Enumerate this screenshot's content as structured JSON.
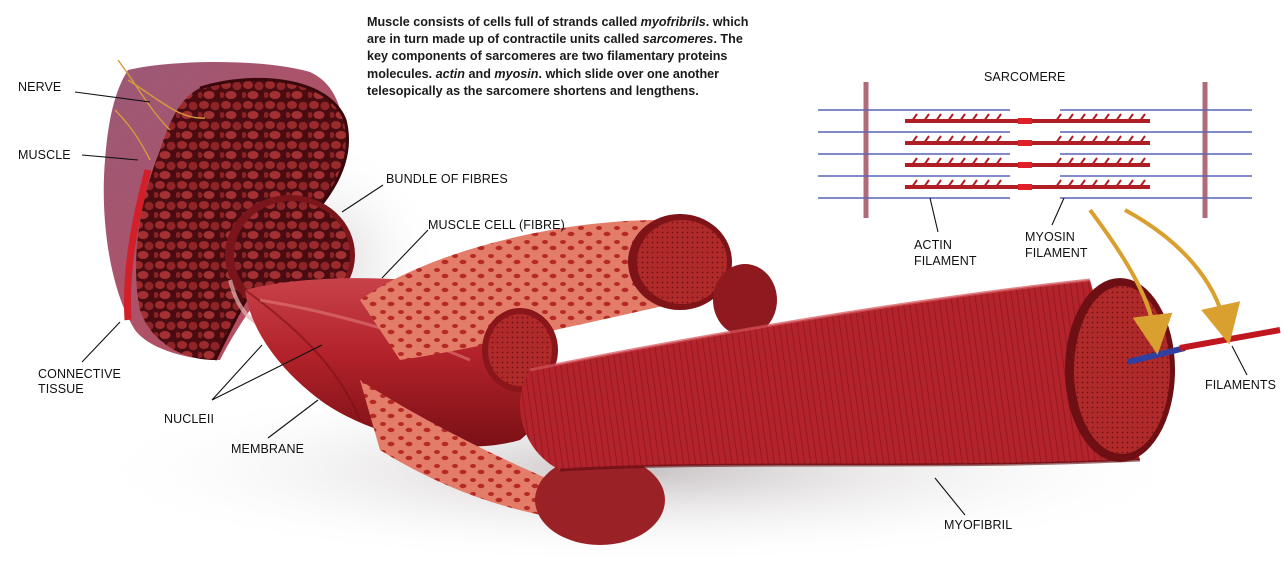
{
  "caption": {
    "line1_a": "Muscle consists of cells full of strands called ",
    "line1_em": "myofribrils",
    "line1_b": ". which",
    "line2_a": "are in turn made up of contractile units called ",
    "line2_em": "sarcomeres",
    "line2_b": ". The",
    "line3": "key components of sarcomeres are two filamentary proteins",
    "line4_a": "molecules. ",
    "line4_em1": "actin",
    "line4_mid": " and ",
    "line4_em2": "myosin",
    "line4_b": ". which slide over one another",
    "line5": "telesopically as the sarcomere shortens and lengthens."
  },
  "labels": {
    "nerve": "NERVE",
    "muscle": "MUSCLE",
    "bundle": "BUNDLE OF FIBRES",
    "muscle_cell": "MUSCLE CELL (FIBRE)",
    "connective_1": "CONNECTIVE",
    "connective_2": "TISSUE",
    "nuclei": "NUCLEII",
    "membrane": "MEMBRANE",
    "myofibril": "MYOFIBRIL",
    "filaments": "FILAMENTS",
    "sarcomere": "SARCOMERE",
    "actin_1": "ACTIN",
    "actin_2": "FILAMENT",
    "myosin_1": "MYOSIN",
    "myosin_2": "FILAMENT"
  },
  "colors": {
    "muscle_red": "#b8232a",
    "muscle_dark": "#6e0f14",
    "muscle_light": "#e0706a",
    "actin_blue": "#5a64b8",
    "myosin_red": "#b01e24",
    "z_line": "#b06a78",
    "arrow_gold": "#d9a030"
  }
}
